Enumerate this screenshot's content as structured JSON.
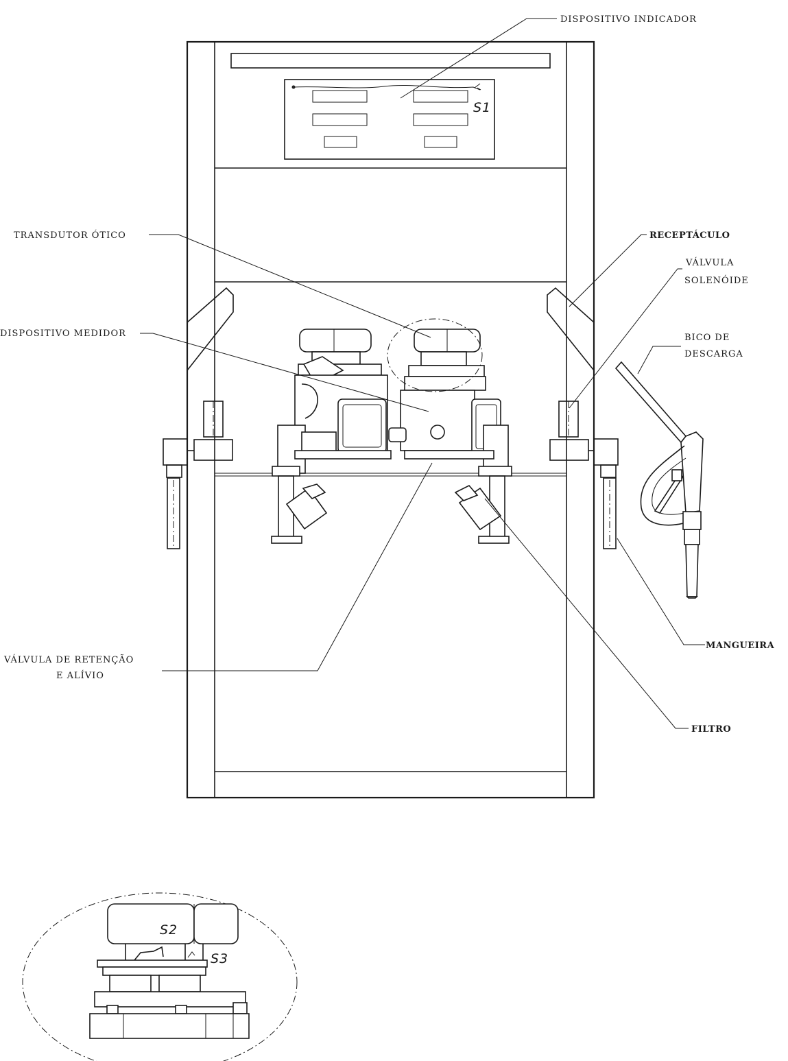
{
  "labels": {
    "indicator": "DISPOSITIVO INDICADOR",
    "optical_transducer": "TRANSDUTOR ÓTICO",
    "receptacle": "RECEPTÁCULO",
    "solenoid_line1": "VÁLVULA",
    "solenoid_line2": "SOLENÓIDE",
    "nozzle_line1": "BICO DE",
    "nozzle_line2": "DESCARGA",
    "meter": "DISPOSITIVO MEDIDOR",
    "hose": "MANGUEIRA",
    "check_valve_line1": "VÁLVULA DE RETENÇÃO",
    "check_valve_line2": "E ALÍVIO",
    "filter": "FILTRO"
  },
  "seals": {
    "s1": "S1",
    "s2": "S2",
    "s3": "S3"
  }
}
